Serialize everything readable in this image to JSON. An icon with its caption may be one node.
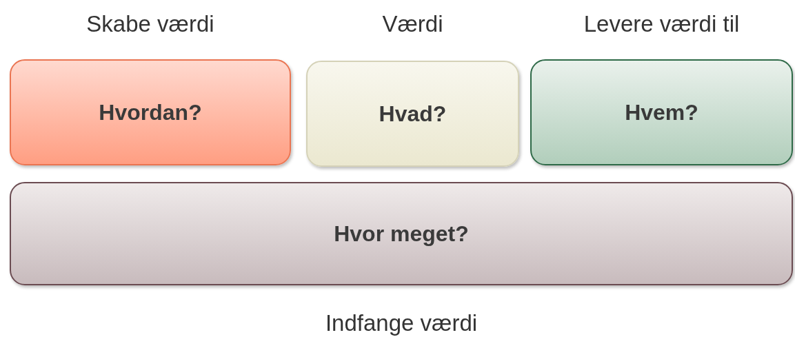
{
  "diagram": {
    "nodes": [
      {
        "text": [
          "Skabe værdi",
          "Hvordan?"
        ]
      },
      {
        "text": [
          "Værdi",
          "Hvad?"
        ]
      },
      {
        "text": [
          "Levere værdi til",
          "Hvem?"
        ]
      },
      {
        "text": [
          "Hvor meget?",
          "Indfange værdi"
        ]
      }
    ]
  }
}
